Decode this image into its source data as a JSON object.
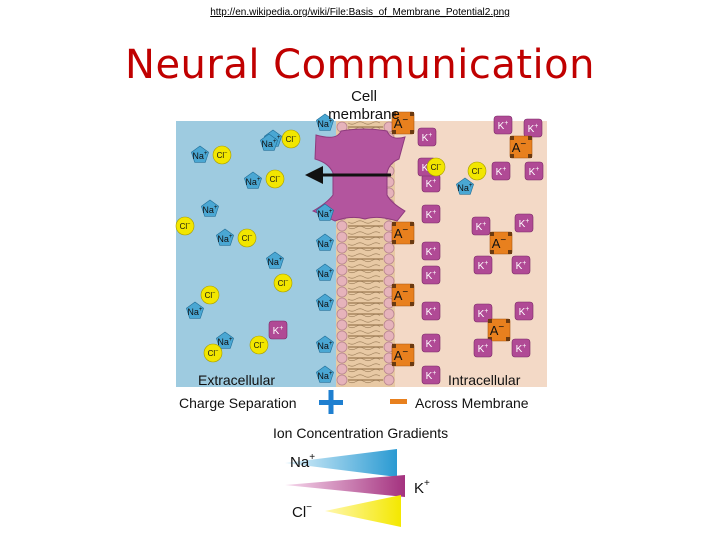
{
  "header": {
    "source_url": "http://en.wikipedia.org/wiki/File:Basis_of_Membrane_Potential2.png",
    "title": "Neural Communication"
  },
  "diagram": {
    "membrane_label_line1": "Cell",
    "membrane_label_line2": "membrane",
    "extracellular_label": "Extracellular",
    "intracellular_label": "Intracellular",
    "charge_separation_label": "Charge Separation",
    "across_membrane_label": "Across Membrane",
    "gradients_label": "Ion Concentration Gradients",
    "ions": {
      "sodium": "Na",
      "potassium": "K",
      "chloride": "Cl",
      "anion": "A"
    },
    "colors": {
      "extracellular": "#9ecbe0",
      "intracellular": "#f3d9c6",
      "sodium": "#4aa7d3",
      "potassium": "#b04a95",
      "chloride": "#f2e600",
      "anion": "#e8801e",
      "channel": "#b3559e",
      "title": "#c00000",
      "plus": "#1e7fd0",
      "minus": "#e8801e"
    }
  }
}
